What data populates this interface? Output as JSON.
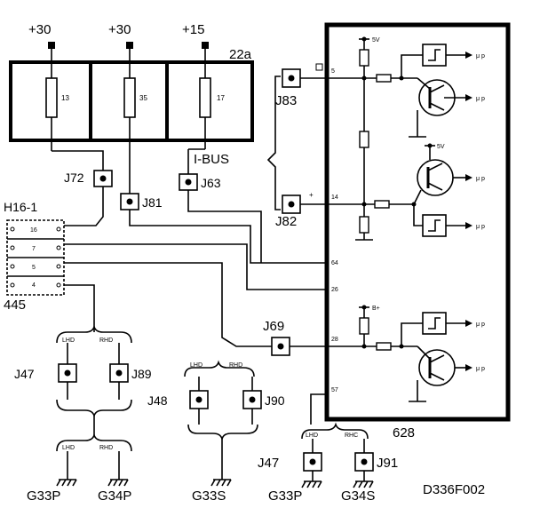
{
  "supply": {
    "s1": "+30",
    "s2": "+30",
    "s3": "+15"
  },
  "fusebox": {
    "label": "22a",
    "f1": "13",
    "f2": "35",
    "f3": "17"
  },
  "ibus": "I-BUS",
  "conn": {
    "j72": "J72",
    "j81": "J81",
    "j63": "J63",
    "j83": "J83",
    "j82": "J82",
    "j69": "J69",
    "j47a": "J47",
    "j89": "J89",
    "j48": "J48",
    "j90": "J90",
    "j47b": "J47",
    "j91": "J91"
  },
  "h16": {
    "name": "H16-1",
    "number": "445",
    "pins": [
      "16",
      "7",
      "5",
      "4"
    ]
  },
  "module": {
    "number": "628",
    "pins": {
      "p5": "5",
      "p14": "14",
      "p64": "64",
      "p26": "26",
      "p28": "28",
      "p57": "57"
    },
    "rail1": "5V",
    "rail2": "5V",
    "rail3": "B+",
    "up": "μ p",
    "plus": "+"
  },
  "hand": {
    "lhd": "LHD",
    "rhd": "RHD",
    "rhc": "RHC"
  },
  "ground": {
    "g33p_a": "G33P",
    "g34p": "G34P",
    "g33s": "G33S",
    "g33p_b": "G33P",
    "g34s": "G34S"
  },
  "figure_id": "D336F002"
}
